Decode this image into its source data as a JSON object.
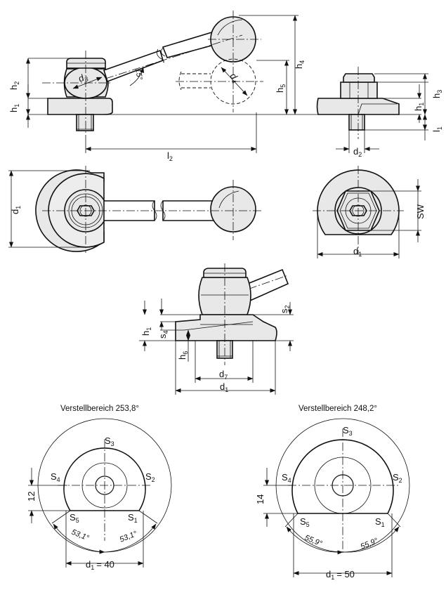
{
  "labels": {
    "h2": "h",
    "h2_sub": "2",
    "h1": "h",
    "h1_sub": "1",
    "d3": "d",
    "d3_sub": "3",
    "angle15": "15°",
    "d4": "d",
    "d4_sub": "4",
    "h5": "h",
    "h5_sub": "5",
    "h4": "h",
    "h4_sub": "4",
    "l2": "l",
    "l2_sub": "2",
    "h1b": "h",
    "h1b_sub": "1",
    "h3": "h",
    "h3_sub": "3",
    "l1": "l",
    "l1_sub": "1",
    "d2": "d",
    "d2_sub": "2",
    "d1_left": "d",
    "d1_left_sub": "1",
    "d1_right": "d",
    "d1_right_sub": "1",
    "sw": "SW",
    "h1_mid": "h",
    "h1_mid_sub": "1",
    "s4_mid": "s",
    "s4_mid_sub": "4",
    "s2_mid": "s",
    "s2_mid_sub": "2",
    "h6": "h",
    "h6_sub": "6",
    "d7": "d",
    "d7_sub": "7",
    "d1_mid": "d",
    "d1_mid_sub": "1"
  },
  "range_left": {
    "caption": "Verstellbereich 253,8°",
    "s3": "S",
    "s3_sub": "3",
    "s4": "S",
    "s4_sub": "4",
    "s2": "S",
    "s2_sub": "2",
    "s5": "S",
    "s5_sub": "5",
    "s1": "S",
    "s1_sub": "1",
    "dim": "12",
    "angle_left": "53,1°",
    "angle_right": "53,1°",
    "d1_label": "d",
    "d1_sub": "1",
    "d1_value": "= 40"
  },
  "range_right": {
    "caption": "Verstellbereich 248,2°",
    "s3": "S",
    "s3_sub": "3",
    "s4": "S",
    "s4_sub": "4",
    "s2": "S",
    "s2_sub": "2",
    "s5": "S",
    "s5_sub": "5",
    "s1": "S",
    "s1_sub": "1",
    "dim": "14",
    "angle_left": "55,9°",
    "angle_right": "55,9°",
    "d1_label": "d",
    "d1_sub": "1",
    "d1_value": "= 50"
  }
}
